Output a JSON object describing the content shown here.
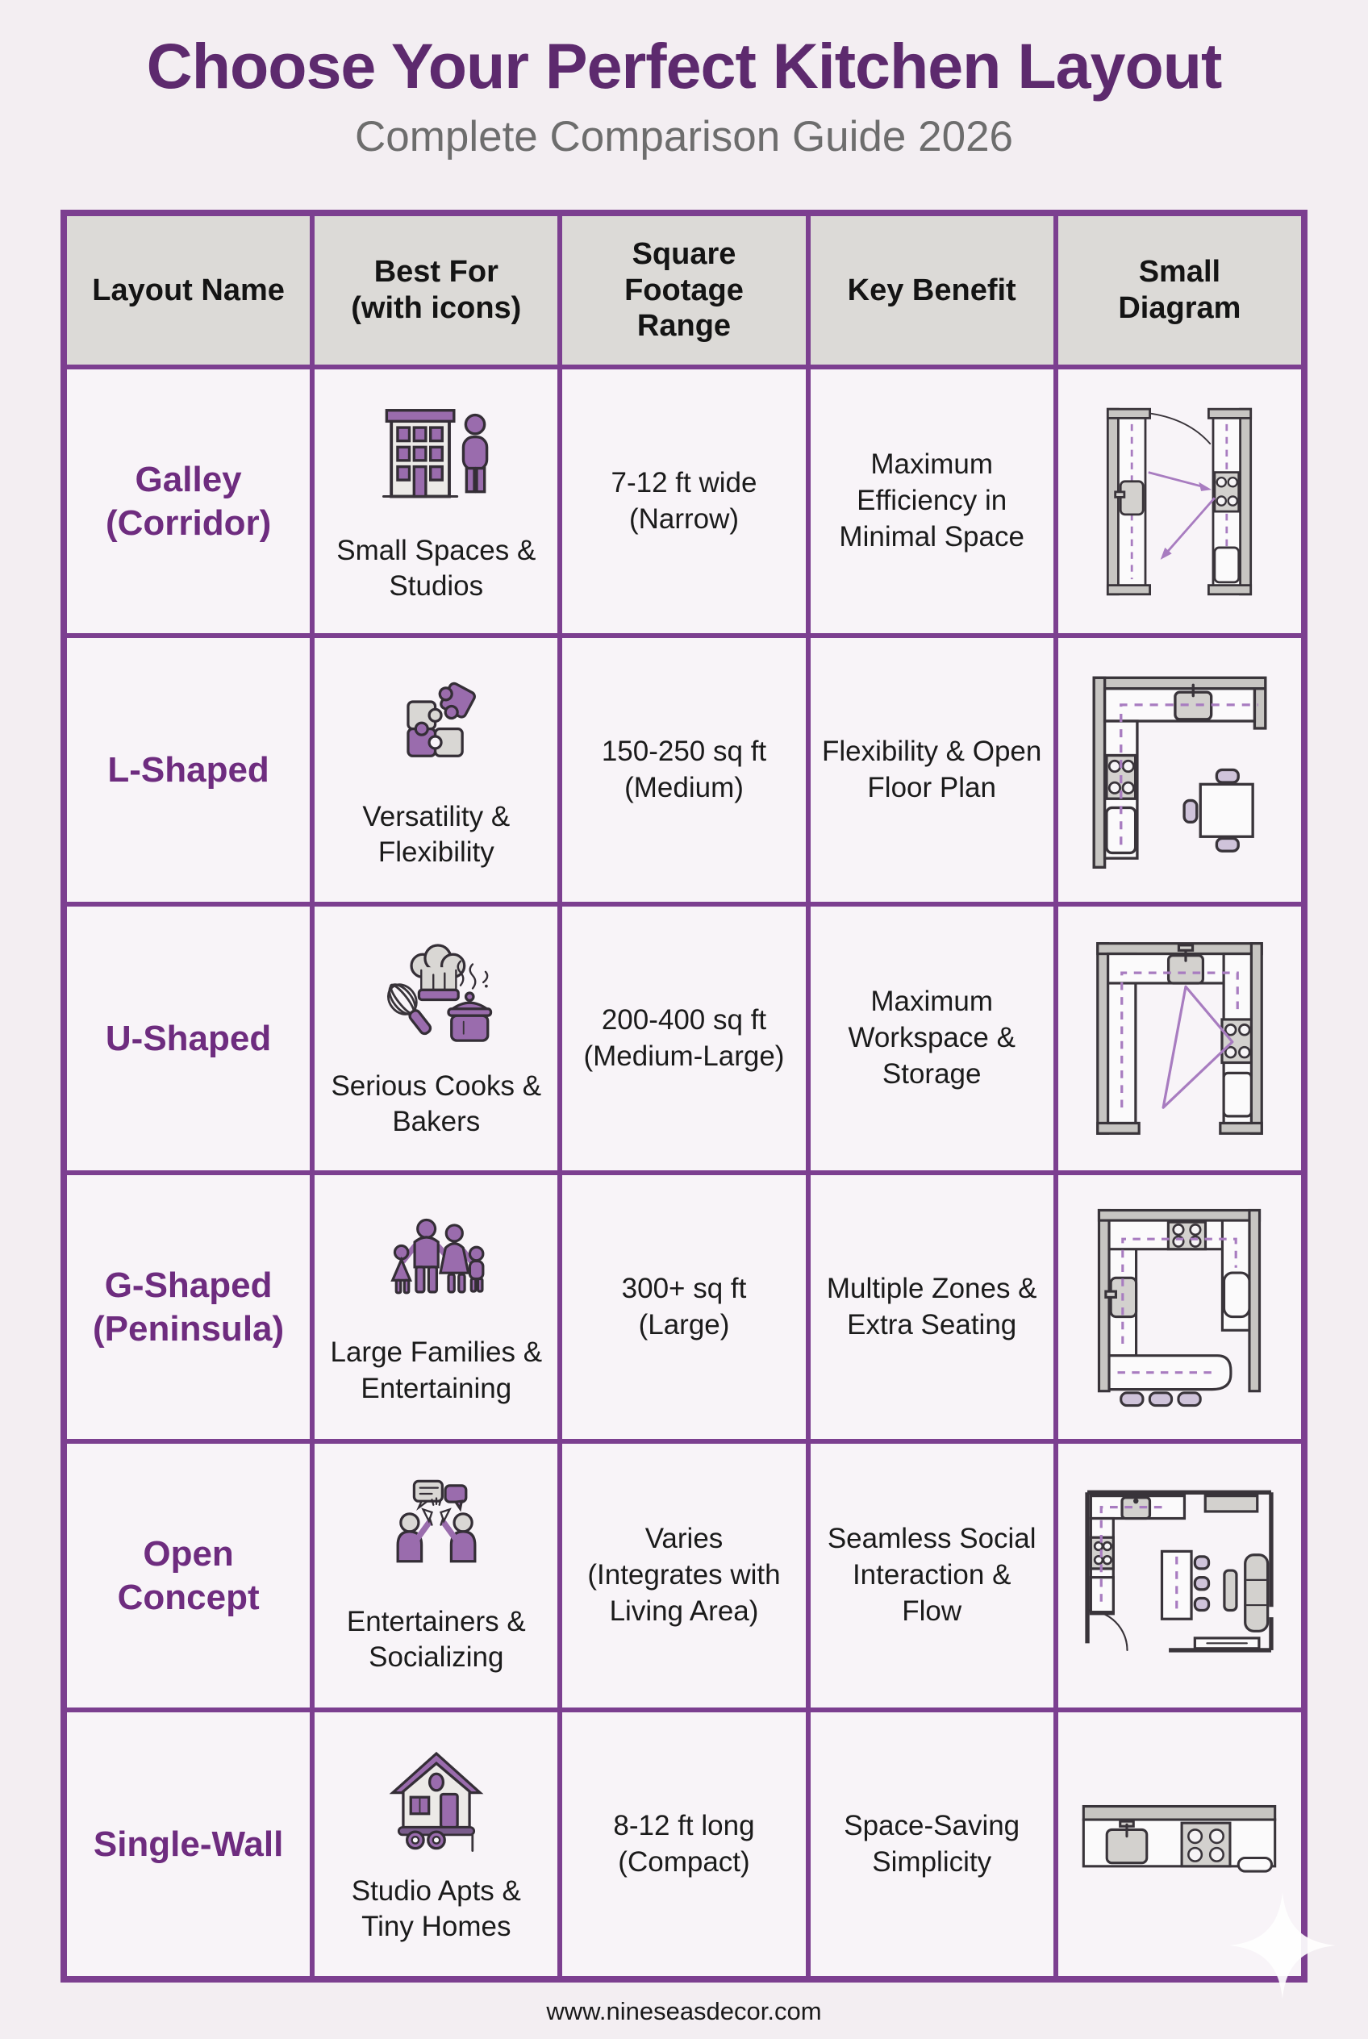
{
  "page": {
    "title": "Choose Your Perfect Kitchen Layout",
    "subtitle": "Complete Comparison Guide 2026",
    "footer_url": "www.nineseasdecor.com"
  },
  "colors": {
    "title": "#5d2a6e",
    "subtitle": "#6d6d6d",
    "table_border": "#7c3f90",
    "header_bg": "#dcdad7",
    "cell_bg": "#f8f4f8",
    "layout_name_text": "#6e2c7f",
    "icon_purple": "#9a6cad",
    "icon_gray": "#d3d1ce",
    "work_triangle_purple": "#a87cc0"
  },
  "table": {
    "headers": [
      "Layout Name",
      "Best For (with icons)",
      "Square Footage Range",
      "Key Benefit",
      "Small Diagram"
    ],
    "rows": [
      {
        "layout_name": "Galley (Corridor)",
        "best_for_icon": "building-person-icon",
        "best_for": "Small Spaces & Studios",
        "square_footage": "7-12 ft wide (Narrow)",
        "key_benefit": "Maximum Efficiency in Minimal Space",
        "diagram": "galley-corridor-floorplan"
      },
      {
        "layout_name": "L-Shaped",
        "best_for_icon": "puzzle-pieces-icon",
        "best_for": "Versatility & Flexibility",
        "square_footage": "150-250 sq ft (Medium)",
        "key_benefit": "Flexibility & Open Floor Plan",
        "diagram": "l-shaped-floorplan"
      },
      {
        "layout_name": "U-Shaped",
        "best_for_icon": "chef-cooking-icon",
        "best_for": "Serious Cooks & Bakers",
        "square_footage": "200-400 sq ft (Medium-Large)",
        "key_benefit": "Maximum Workspace & Storage",
        "diagram": "u-shaped-floorplan"
      },
      {
        "layout_name": "G-Shaped (Peninsula)",
        "best_for_icon": "family-icon",
        "best_for": "Large Families & Entertaining",
        "square_footage": "300+ sq ft (Large)",
        "key_benefit": "Multiple Zones & Extra Seating",
        "diagram": "g-shaped-floorplan"
      },
      {
        "layout_name": "Open Concept",
        "best_for_icon": "people-toasting-icon",
        "best_for": "Entertainers & Socializing",
        "square_footage": "Varies (Integrates with Living Area)",
        "key_benefit": "Seamless Social Interaction & Flow",
        "diagram": "open-concept-floorplan"
      },
      {
        "layout_name": "Single-Wall",
        "best_for_icon": "tiny-house-icon",
        "best_for": "Studio Apts & Tiny Homes",
        "square_footage": "8-12 ft long (Compact)",
        "key_benefit": "Space-Saving Simplicity",
        "diagram": "single-wall-floorplan"
      }
    ]
  }
}
